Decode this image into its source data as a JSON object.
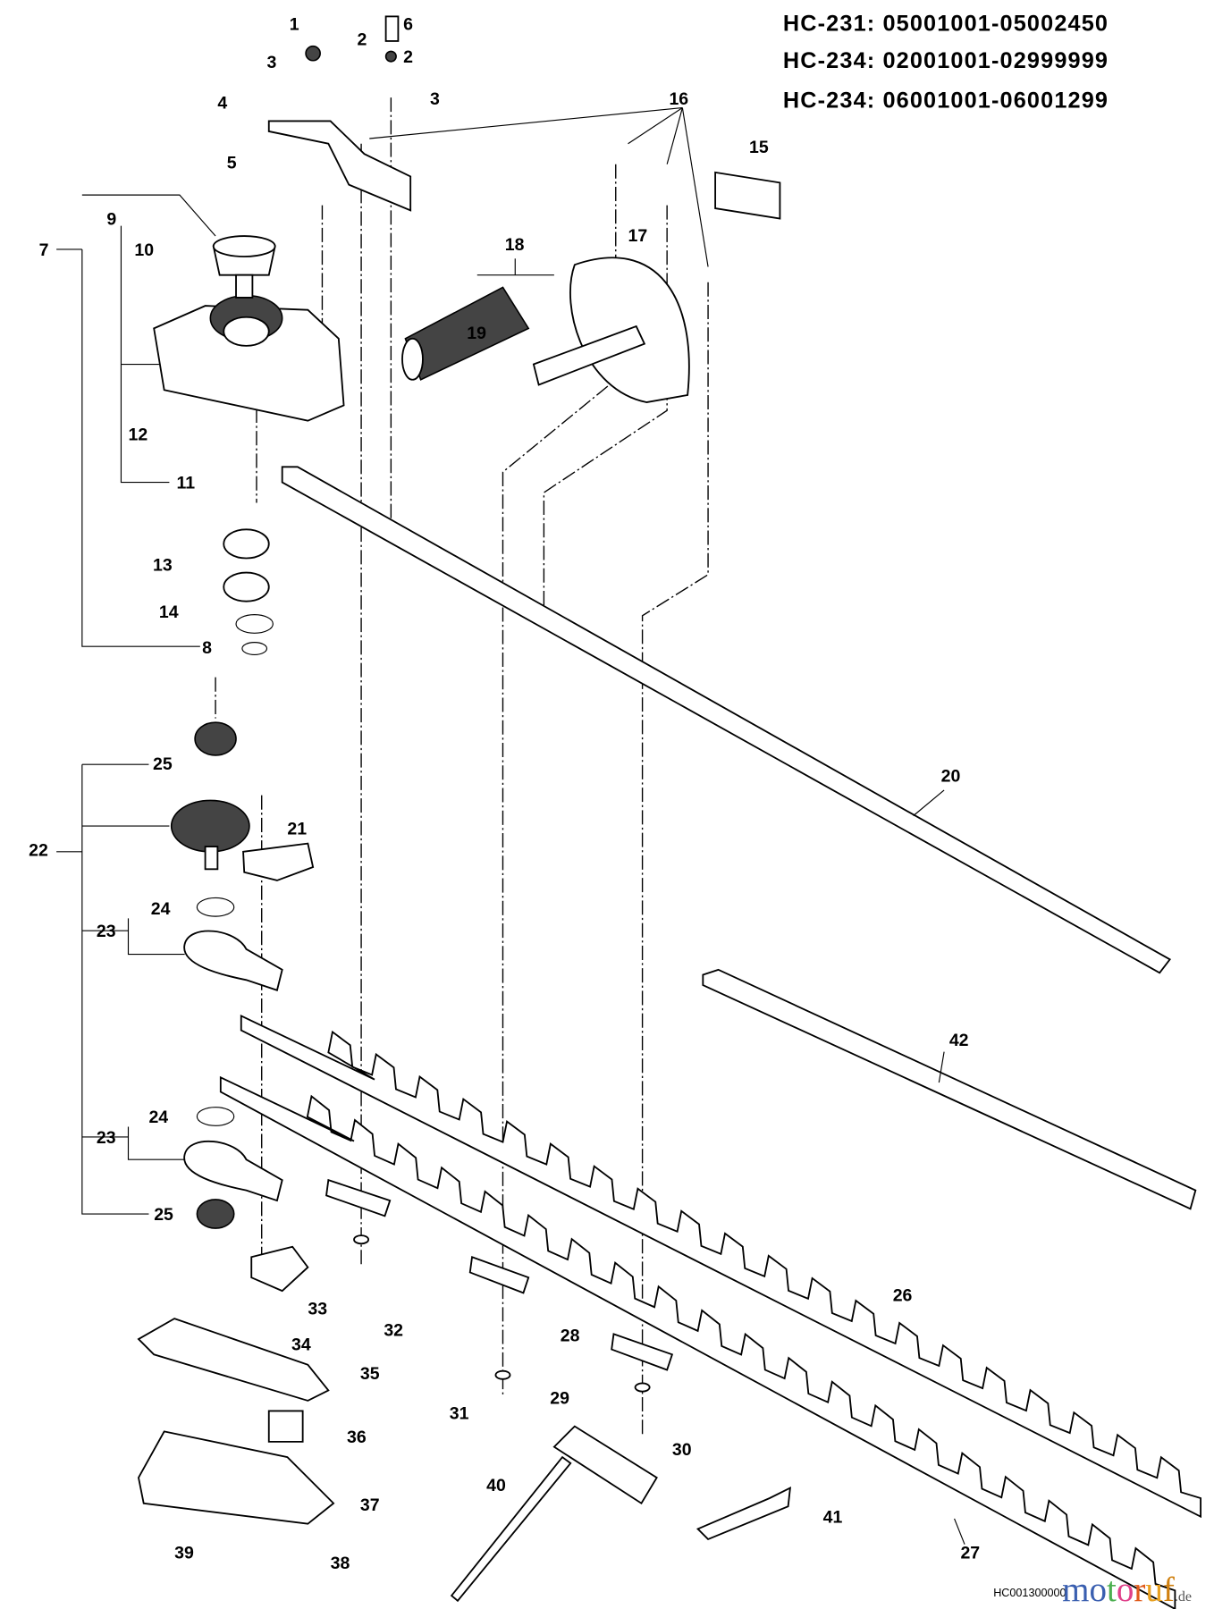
{
  "header": {
    "serial_ranges": [
      "HC-231:  05001001-05002450",
      "HC-234:  02001001-02999999",
      "HC-234:  06001001-06001299"
    ]
  },
  "callouts": [
    "1",
    "2",
    "3",
    "6",
    "2",
    "3",
    "4",
    "16",
    "15",
    "5",
    "7",
    "9",
    "10",
    "18",
    "17",
    "19",
    "12",
    "11",
    "13",
    "14",
    "8",
    "25",
    "22",
    "21",
    "20",
    "24",
    "23",
    "42",
    "24",
    "23",
    "25",
    "33",
    "26",
    "32",
    "34",
    "28",
    "35",
    "31",
    "29",
    "30",
    "36",
    "37",
    "40",
    "41",
    "39",
    "38",
    "27"
  ],
  "diagram_code": "HC001300000",
  "watermark": {
    "text": "motoruf",
    "suffix": ".de",
    "colors": [
      "#3a5fb0",
      "#3a5fb0",
      "#4caf50",
      "#e0408a",
      "#e05a1a",
      "#e8a020",
      "#d08010"
    ]
  }
}
